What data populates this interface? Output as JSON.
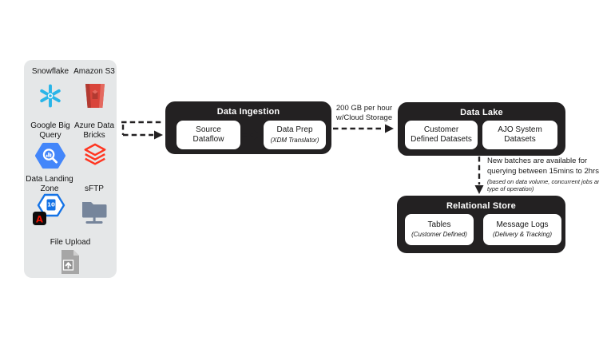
{
  "sidebar": {
    "items": [
      {
        "label": "Snowflake",
        "icon": "snowflake-icon"
      },
      {
        "label": "Amazon S3",
        "icon": "amazon-s3-icon"
      },
      {
        "label": "Google Big\nQuery",
        "icon": "google-bigquery-icon"
      },
      {
        "label": "Azure Data\nBricks",
        "icon": "databricks-icon"
      },
      {
        "label": "Data Landing\nZone",
        "icon": "data-landing-zone-icon"
      },
      {
        "label": "sFTP",
        "icon": "sftp-folder-icon"
      },
      {
        "label": "File Upload",
        "icon": "file-upload-icon"
      }
    ]
  },
  "data_ingestion": {
    "title": "Data Ingestion",
    "source_dataflow": {
      "title": "Source\nDataflow"
    },
    "data_prep": {
      "title": "Data Prep",
      "subtitle": "(XDM Translator)"
    }
  },
  "throughput_label": {
    "text": "200 GB per hour\nw/Cloud Storage"
  },
  "data_lake": {
    "title": "Data Lake",
    "customer_datasets": {
      "title": "Customer\nDefined Datasets"
    },
    "ajo_datasets": {
      "title": "AJO System\nDatasets"
    }
  },
  "batch_note": {
    "main": "New batches are available for\nquerying between 15mins to 2hrs",
    "small": "(based on data volume, concurrent jobs and\ntype of operation)"
  },
  "relational_store": {
    "title": "Relational Store",
    "tables": {
      "title": "Tables",
      "subtitle": "(Customer Defined)"
    },
    "message_logs": {
      "title": "Message Logs",
      "subtitle": "(Delivery & Tracking)"
    }
  },
  "colors": {
    "box_dark": "#232122",
    "sidebar_bg": "#e5e7e8",
    "snowflake_blue": "#29b5e8",
    "s3_red": "#d9453b",
    "bigquery_blue": "#4386fa",
    "databricks_red": "#ff3621",
    "landing_zone_blue": "#1473e6",
    "adobe_red": "#eb1000",
    "sftp_gray": "#76859b",
    "upload_gray": "#a6a6a6"
  }
}
